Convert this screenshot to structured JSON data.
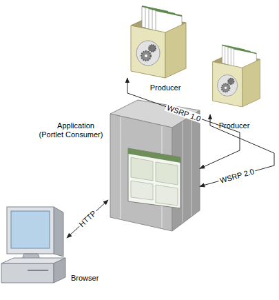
{
  "diagram": {
    "nodes": [
      {
        "text": [
          "Producer"
        ]
      },
      {
        "text": [
          "Producer"
        ]
      },
      {
        "text": [
          "Application (Portlet Consumer)"
        ]
      },
      {
        "text": [
          "Browser"
        ]
      }
    ],
    "edges": [
      {
        "from": 2,
        "to": 0,
        "label": "WSRP 1.0",
        "arrow": "both"
      },
      {
        "from": 2,
        "to": 1,
        "label": "WSRP 2.0",
        "arrow": "both"
      },
      {
        "from": 3,
        "to": 2,
        "label": "HTTP",
        "arrow": "both"
      }
    ]
  }
}
